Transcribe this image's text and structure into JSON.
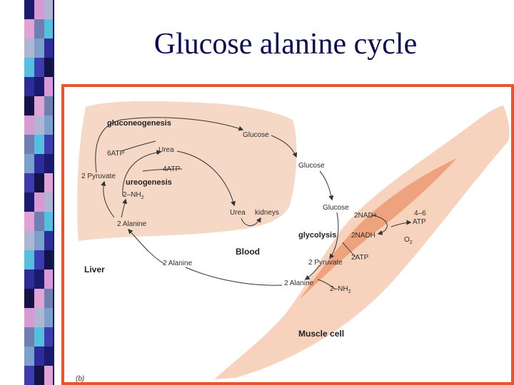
{
  "slide": {
    "title": "Glucose alanine cycle"
  },
  "diagram": {
    "liver": {
      "name": "Liver",
      "gluconeogenesis": "gluconeogenesis",
      "glucose": "Glucose",
      "atp_in": "6ATP",
      "urea": "Urea",
      "atp_urea": "4ATP",
      "pyruvate": "2 Pyruvate",
      "ureogenesis": "ureogenesis",
      "nh2": "2–NH",
      "nh2_sub": "2",
      "alanine": "2 Alanine"
    },
    "blood": {
      "name": "Blood",
      "glucose": "Glucose",
      "urea": "Urea",
      "kidneys": "kidneys",
      "alanine": "2 Alanine"
    },
    "muscle": {
      "name": "Muscle cell",
      "glucose": "Glucose",
      "nad": "2NAD+",
      "atp_out_num": "4–6",
      "atp_out": "ATP",
      "glycolysis": "glycolysis",
      "nadh": "2NADH",
      "o2": "O",
      "o2_sub": "2",
      "atp2": "2ATP",
      "pyruvate": "2 Pyruvate",
      "alanine": "2 Alanine",
      "nh2": "2–NH",
      "nh2_sub": "2"
    },
    "panel_label": "(b)"
  },
  "colors": {
    "frame": "#e8542c",
    "liver": "#f6d8c6",
    "muscle": "#f7d3bd",
    "muscle_core": "#efa27e",
    "title": "#0a0a50"
  }
}
